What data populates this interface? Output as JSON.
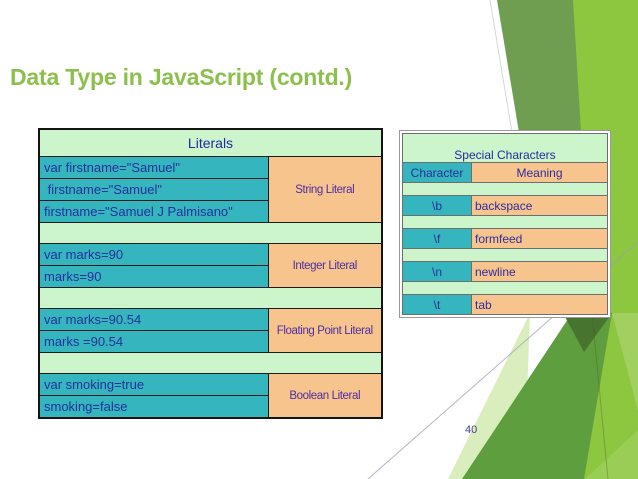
{
  "slide": {
    "title": "Data Type in JavaScript (contd.)",
    "page_number": "40"
  },
  "literals_table": {
    "title": "Literals",
    "groups": [
      {
        "codes": [
          "var firstname=\"Samuel\"",
          " firstname=\"Samuel\"",
          "firstname=\"Samuel J Palmisano\""
        ],
        "label": "String Literal"
      },
      {
        "codes": [
          "var marks=90",
          "marks=90"
        ],
        "label": "Integer Literal"
      },
      {
        "codes": [
          "var marks=90.54",
          "marks =90.54"
        ],
        "label": "Floating Point Literal"
      },
      {
        "codes": [
          "var smoking=true",
          "smoking=false"
        ],
        "label": "Boolean Literal"
      }
    ]
  },
  "special_characters_table": {
    "title": "Special Characters",
    "headers": [
      "Character",
      "Meaning"
    ],
    "rows": [
      {
        "character": "\\b",
        "meaning": "backspace"
      },
      {
        "character": "\\f",
        "meaning": "formfeed"
      },
      {
        "character": "\\n",
        "meaning": "newline"
      },
      {
        "character": "\\t",
        "meaning": "tab"
      }
    ]
  },
  "colors": {
    "title_green": "#8cc04c",
    "accent_bright_green": "#8dc63f",
    "accent_sage_green": "#6f9e50",
    "accent_dark_green": "#47742e",
    "cell_mint": "#ccf5cc",
    "cell_teal": "#35b6be",
    "cell_orange": "#f8c48e",
    "table_text_navy": "#2d2d9c"
  }
}
